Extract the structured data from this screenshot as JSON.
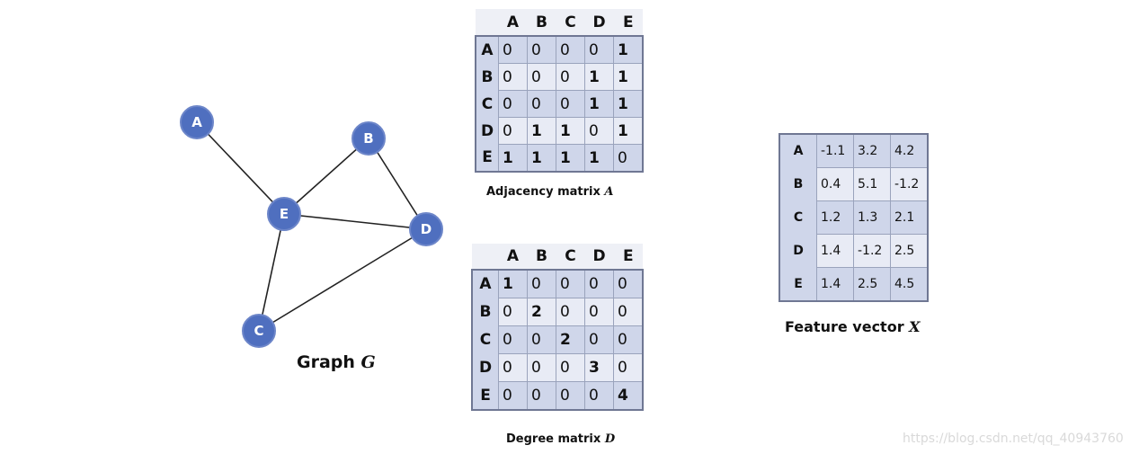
{
  "graph": {
    "caption_text": "Graph",
    "caption_var": "G",
    "nodes": [
      "A",
      "B",
      "C",
      "D",
      "E"
    ],
    "edges": [
      [
        "A",
        "E"
      ],
      [
        "B",
        "E"
      ],
      [
        "B",
        "D"
      ],
      [
        "E",
        "D"
      ],
      [
        "E",
        "C"
      ],
      [
        "C",
        "D"
      ]
    ],
    "colors": {
      "node_fill": "#4f6fbf",
      "node_stroke": "#6d86c9",
      "edge": "#222222"
    }
  },
  "adjacency": {
    "caption_text": "Adjacency matrix",
    "caption_var": "A",
    "col_labels": [
      "A",
      "B",
      "C",
      "D",
      "E"
    ],
    "rows": [
      {
        "label": "A",
        "cells": [
          "0",
          "0",
          "0",
          "0",
          "1"
        ]
      },
      {
        "label": "B",
        "cells": [
          "0",
          "0",
          "0",
          "1",
          "1"
        ]
      },
      {
        "label": "C",
        "cells": [
          "0",
          "0",
          "0",
          "1",
          "1"
        ]
      },
      {
        "label": "D",
        "cells": [
          "0",
          "1",
          "1",
          "0",
          "1"
        ]
      },
      {
        "label": "E",
        "cells": [
          "1",
          "1",
          "1",
          "1",
          "0"
        ]
      }
    ]
  },
  "degree": {
    "caption_text": "Degree matrix",
    "caption_var": "D",
    "col_labels": [
      "A",
      "B",
      "C",
      "D",
      "E"
    ],
    "rows": [
      {
        "label": "A",
        "cells": [
          "1",
          "0",
          "0",
          "0",
          "0"
        ]
      },
      {
        "label": "B",
        "cells": [
          "0",
          "2",
          "0",
          "0",
          "0"
        ]
      },
      {
        "label": "C",
        "cells": [
          "0",
          "0",
          "2",
          "0",
          "0"
        ]
      },
      {
        "label": "D",
        "cells": [
          "0",
          "0",
          "0",
          "3",
          "0"
        ]
      },
      {
        "label": "E",
        "cells": [
          "0",
          "0",
          "0",
          "0",
          "4"
        ]
      }
    ]
  },
  "features": {
    "caption_text": "Feature vector",
    "caption_var": "X",
    "rows": [
      {
        "label": "A",
        "cells": [
          "-1.1",
          "3.2",
          "4.2"
        ]
      },
      {
        "label": "B",
        "cells": [
          "0.4",
          "5.1",
          "-1.2"
        ]
      },
      {
        "label": "C",
        "cells": [
          "1.2",
          "1.3",
          "2.1"
        ]
      },
      {
        "label": "D",
        "cells": [
          "1.4",
          "-1.2",
          "2.5"
        ]
      },
      {
        "label": "E",
        "cells": [
          "1.4",
          "2.5",
          "4.5"
        ]
      }
    ]
  },
  "watermark": "https://blog.csdn.net/qq_40943760"
}
